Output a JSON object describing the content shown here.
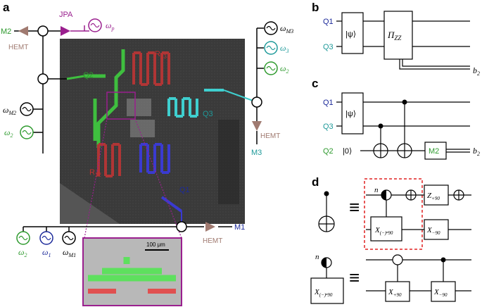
{
  "panels": {
    "a": "a",
    "b": "b",
    "c": "c",
    "d": "d"
  },
  "colors": {
    "green": "#2e9a2e",
    "purple": "#9a1f8e",
    "teal": "#1f9a9a",
    "blue": "#1c2a9a",
    "brown": "#a07a70",
    "dark_red": "#8a1f1f",
    "dashed_red": "#e02020",
    "chip_bg": "#3c3c3c"
  },
  "panel_a": {
    "jpa": "JPA",
    "omega_p": "ω",
    "omega_p_sub": "p",
    "m2": "M2",
    "hemt_left": "HEMT",
    "q2": "Q2",
    "r23": "R",
    "r23_sub": "23",
    "omega_m2": "ω",
    "omega_m2_sub": "M2",
    "omega_2_left": "ω",
    "omega_2_left_sub": "2",
    "omega_m3": "ω",
    "omega_m3_sub": "M3",
    "omega_3": "ω",
    "omega_3_sub": "3",
    "omega_2_right": "ω",
    "omega_2_right_sub": "2",
    "q3": "Q3",
    "hemt_right": "HEMT",
    "m3": "M3",
    "r12": "R",
    "r12_sub": "12",
    "q1": "Q1",
    "omega_2_bottom": "ω",
    "omega_2_bottom_sub": "2",
    "omega_1": "ω",
    "omega_1_sub": "1",
    "omega_m1": "ω",
    "omega_m1_sub": "M1",
    "m1": "M1",
    "hemt_bottom": "HEMT",
    "scale_bar": "100 μm"
  },
  "panel_b": {
    "q1": "Q1",
    "q3": "Q3",
    "psi": "|ψ⟩",
    "pi": "Π",
    "pi_sub": "ZZ",
    "b2": "b",
    "b2_sub": "2"
  },
  "panel_c": {
    "q1": "Q1",
    "q3": "Q3",
    "q2": "Q2",
    "psi": "|ψ⟩",
    "zero": "|0⟩",
    "m2": "M2",
    "b2": "b",
    "b2_sub": "2"
  },
  "panel_d": {
    "n_top": "n",
    "n_bottom": "n",
    "equiv": "≡",
    "z90": "Z",
    "z90_sub": "+90",
    "x_n90_top": "X",
    "x_n90_top_sub": "(−)ⁿ90",
    "x_m90_top": "X",
    "x_m90_top_sub": "−90",
    "x_n90_bottom": "X",
    "x_n90_bottom_sub": "(−)ⁿ90",
    "x_p90": "X",
    "x_p90_sub": "+90",
    "x_m90_bottom": "X",
    "x_m90_bottom_sub": "−90"
  }
}
